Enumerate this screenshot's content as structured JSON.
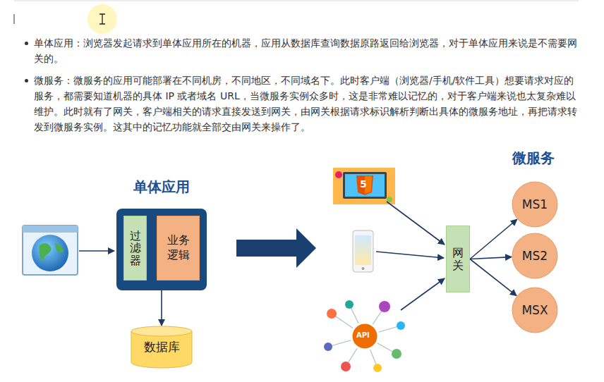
{
  "diagram": {
    "nodes": [
      {
        "text": [
          "单体应用"
        ]
      },
      {
        "text": [
          "过滤器"
        ],
        "in": 0
      },
      {
        "text": [
          "业务逻辑"
        ],
        "in": 0
      },
      {
        "text": [
          "数据库"
        ]
      },
      {
        "text": [
          "网关"
        ]
      },
      {
        "text": [
          "MS1"
        ]
      },
      {
        "text": [
          "MS2"
        ]
      },
      {
        "text": [
          "MSX"
        ]
      }
    ],
    "edges": [
      {
        "from": 0,
        "to": 3,
        "arrow": "to"
      },
      {
        "from": 4,
        "to": 5,
        "arrow": "to"
      },
      {
        "from": 4,
        "to": 6,
        "arrow": "to"
      },
      {
        "from": 4,
        "to": 7,
        "arrow": "to"
      }
    ],
    "labels": [
      "单体应用：浏览器发起请求到单体应用所在的机器，应用从数据库查询数据原路返回给浏览器，对于单体应用来说是不需要网关的。",
      "微服务：微服务的应用可能部署在不同机房，不同地区，不同域名下。此时客户端（浏览器/手机/软件工具）想要请求对应的服务，都需要知道机器的具体 IP 或者域名 URL，当微服务实例众多时，这是非常难以记忆的，对于客户端来说也太复杂难以维护。此时就有了网关，客户端相关的请求直接发送到网关，由网关根据请求标识解析判断出具体的微服务地址，再把请求转发到微服务实例。这其中的记忆功能就全部交由网关来操作了。",
      "微服务",
      "5",
      "API"
    ]
  }
}
